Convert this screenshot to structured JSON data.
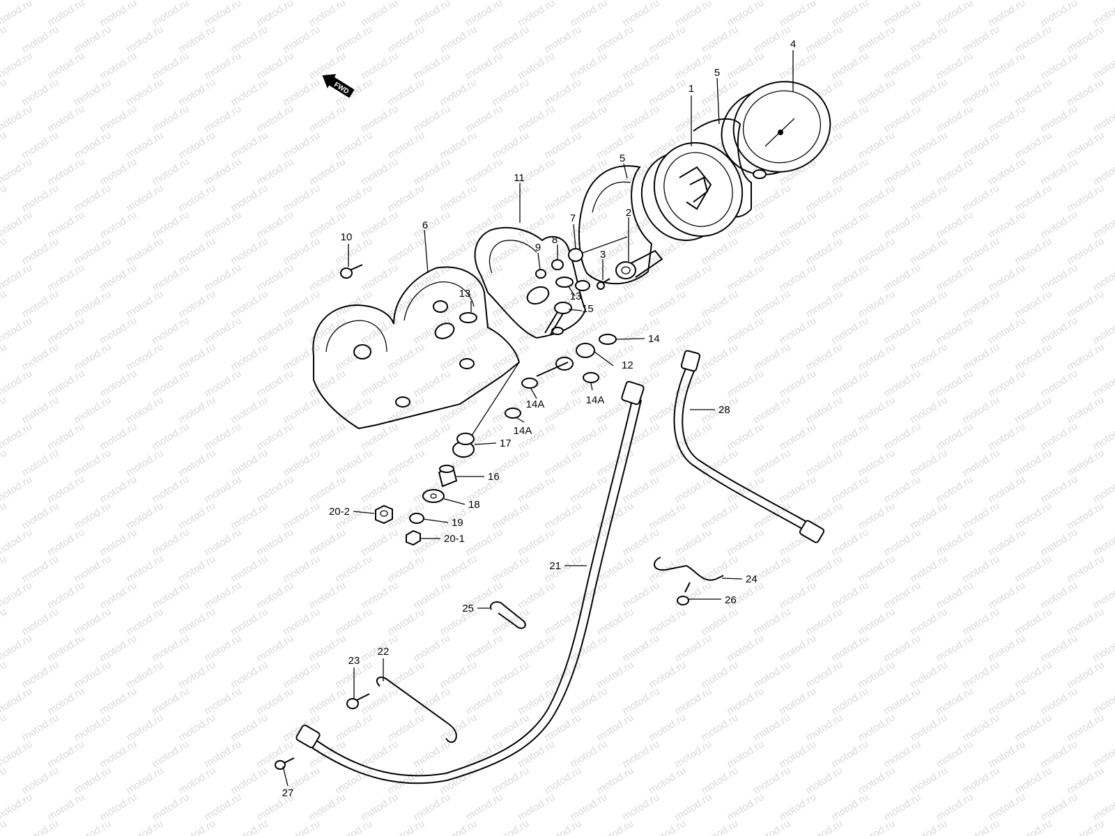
{
  "watermark": "motod.ru",
  "fwd_label": "FWD",
  "callouts": [
    {
      "id": "c-1",
      "text": "1"
    },
    {
      "id": "c-2",
      "text": "2"
    },
    {
      "id": "c-3",
      "text": "3"
    },
    {
      "id": "c-4",
      "text": "4"
    },
    {
      "id": "c-5a",
      "text": "5"
    },
    {
      "id": "c-5b",
      "text": "5"
    },
    {
      "id": "c-6",
      "text": "6"
    },
    {
      "id": "c-7",
      "text": "7"
    },
    {
      "id": "c-8",
      "text": "8"
    },
    {
      "id": "c-9",
      "text": "9"
    },
    {
      "id": "c-10",
      "text": "10"
    },
    {
      "id": "c-11",
      "text": "11"
    },
    {
      "id": "c-12",
      "text": "12"
    },
    {
      "id": "c-13a",
      "text": "13"
    },
    {
      "id": "c-13b",
      "text": "13"
    },
    {
      "id": "c-14",
      "text": "14"
    },
    {
      "id": "c-14a-1",
      "text": "14A"
    },
    {
      "id": "c-14a-2",
      "text": "14A"
    },
    {
      "id": "c-14a-3",
      "text": "14A"
    },
    {
      "id": "c-15",
      "text": "15"
    },
    {
      "id": "c-16",
      "text": "16"
    },
    {
      "id": "c-17",
      "text": "17"
    },
    {
      "id": "c-18",
      "text": "18"
    },
    {
      "id": "c-19",
      "text": "19"
    },
    {
      "id": "c-20-1",
      "text": "20-1"
    },
    {
      "id": "c-20-2",
      "text": "20-2"
    },
    {
      "id": "c-21",
      "text": "21"
    },
    {
      "id": "c-22",
      "text": "22"
    },
    {
      "id": "c-23",
      "text": "23"
    },
    {
      "id": "c-24",
      "text": "24"
    },
    {
      "id": "c-25",
      "text": "25"
    },
    {
      "id": "c-26",
      "text": "26"
    },
    {
      "id": "c-27",
      "text": "27"
    },
    {
      "id": "c-28",
      "text": "28"
    }
  ]
}
